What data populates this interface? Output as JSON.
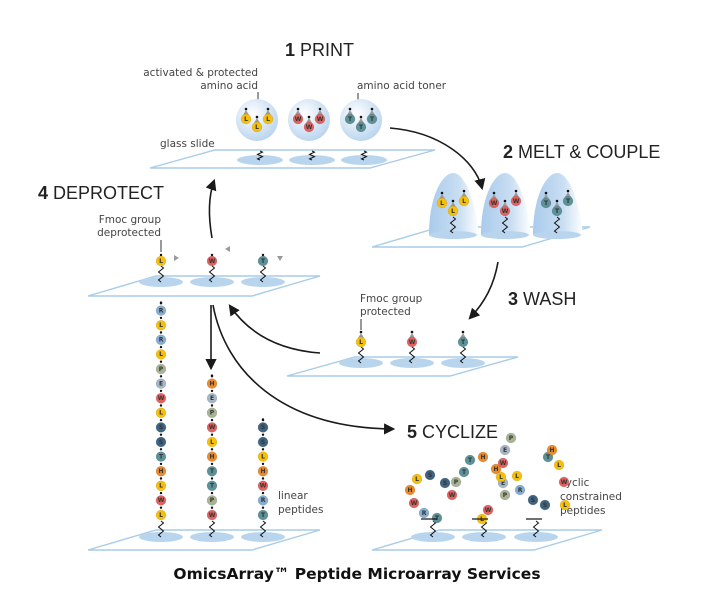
{
  "colors": {
    "slide": "#a9cce8",
    "spot": "#b9d5ee",
    "toner": "#c7dcf0",
    "arrow": "#1a1a1a",
    "L": "#f5bf0a",
    "W": "#e0625f",
    "T": "#5b9197",
    "R": "#86aed0",
    "P": "#a8b394",
    "E": "#a5b6c6",
    "S": "#3e6482",
    "H": "#ea8a2b",
    "fmoc": "#9a9a9a"
  },
  "steps": {
    "print": {
      "num": "1",
      "label": "PRINT"
    },
    "melt": {
      "num": "2",
      "label": "MELT & COUPLE"
    },
    "wash": {
      "num": "3",
      "label": "WASH"
    },
    "deprotect": {
      "num": "4",
      "label": "DEPROTECT"
    },
    "cyclize": {
      "num": "5",
      "label": "CYCLIZE"
    }
  },
  "labels": {
    "activated_line1": "activated & protected",
    "activated_line2": "amino acid",
    "toner": "amino acid toner",
    "glass_slide": "glass slide",
    "fmoc_deprotected_1": "Fmoc group",
    "fmoc_deprotected_2": "deprotected",
    "fmoc_protected_1": "Fmoc group",
    "fmoc_protected_2": "protected",
    "linear_1": "linear",
    "linear_2": "peptides",
    "cyclic_1": "cyclic",
    "cyclic_2": "constrained",
    "cyclic_3": "peptides"
  },
  "amino_acids": [
    "L",
    "W",
    "T"
  ],
  "linear_peptides": [
    [
      "R",
      "L",
      "R",
      "L",
      "P",
      "E",
      "W",
      "L",
      "S",
      "S",
      "T",
      "H",
      "L",
      "W",
      "L"
    ],
    [
      "H",
      "E",
      "P",
      "W",
      "L",
      "H",
      "T",
      "T",
      "P",
      "W"
    ],
    [
      "S",
      "S",
      "L",
      "H",
      "W",
      "R",
      "T"
    ]
  ],
  "cyclic_peptides": [
    [
      "S",
      "S",
      "L",
      "H",
      "W",
      "R",
      "T"
    ],
    [
      "L",
      "W",
      "P",
      "E",
      "H",
      "H",
      "T",
      "T",
      "P",
      "W"
    ],
    [
      "L",
      "W",
      "E",
      "P",
      "L",
      "R",
      "S",
      "S",
      "T",
      "H",
      "L",
      "W",
      "L"
    ]
  ],
  "caption": "OmicsArray™ Peptide Microarray Services"
}
